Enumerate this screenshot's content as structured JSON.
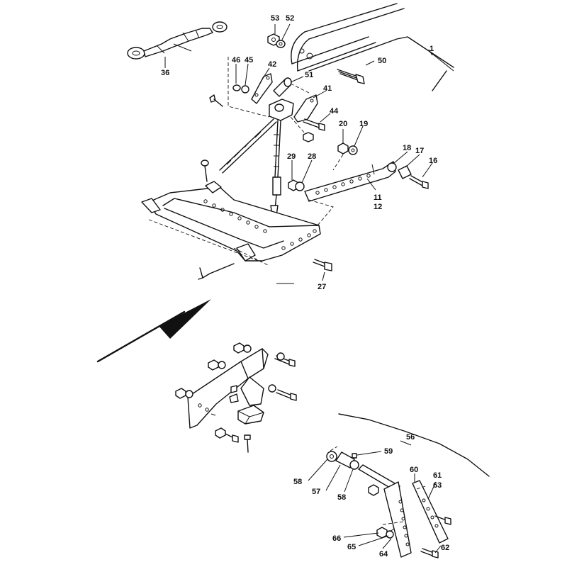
{
  "callouts": [
    {
      "id": "c53",
      "text": "53"
    },
    {
      "id": "c52",
      "text": "52"
    },
    {
      "id": "c1",
      "text": "1"
    },
    {
      "id": "c50",
      "text": "50"
    },
    {
      "id": "c36",
      "text": "36"
    },
    {
      "id": "c46",
      "text": "46"
    },
    {
      "id": "c45",
      "text": "45"
    },
    {
      "id": "c42",
      "text": "42"
    },
    {
      "id": "c51",
      "text": "51"
    },
    {
      "id": "c41",
      "text": "41"
    },
    {
      "id": "c44",
      "text": "44"
    },
    {
      "id": "c20",
      "text": "20"
    },
    {
      "id": "c19",
      "text": "19"
    },
    {
      "id": "c18",
      "text": "18"
    },
    {
      "id": "c17",
      "text": "17"
    },
    {
      "id": "c16",
      "text": "16"
    },
    {
      "id": "c29",
      "text": "29"
    },
    {
      "id": "c28",
      "text": "28"
    },
    {
      "id": "c11",
      "text": "11"
    },
    {
      "id": "c12",
      "text": "12"
    },
    {
      "id": "c27",
      "text": "27"
    },
    {
      "id": "c56",
      "text": "56"
    },
    {
      "id": "c59",
      "text": "59"
    },
    {
      "id": "c60",
      "text": "60"
    },
    {
      "id": "c61",
      "text": "61"
    },
    {
      "id": "c63",
      "text": "63"
    },
    {
      "id": "c58a",
      "text": "58"
    },
    {
      "id": "c57",
      "text": "57"
    },
    {
      "id": "c58b",
      "text": "58"
    },
    {
      "id": "c66",
      "text": "66"
    },
    {
      "id": "c65",
      "text": "65"
    },
    {
      "id": "c64",
      "text": "64"
    },
    {
      "id": "c62",
      "text": "62"
    }
  ]
}
